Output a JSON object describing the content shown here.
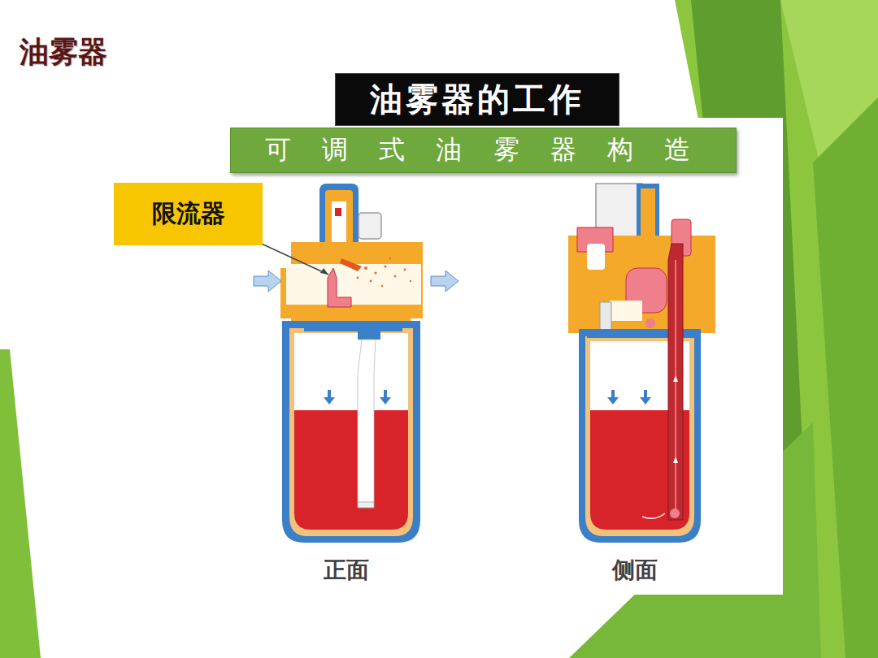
{
  "diagram": {
    "title": "油雾器",
    "nodes": [
      {
        "text": [
          "油雾器的工作"
        ]
      },
      {
        "text": [
          "可 调 式 油 雾 器 构 造"
        ]
      },
      {
        "text": [
          "限流器"
        ]
      }
    ],
    "labels": [
      "正面",
      "侧面"
    ]
  }
}
